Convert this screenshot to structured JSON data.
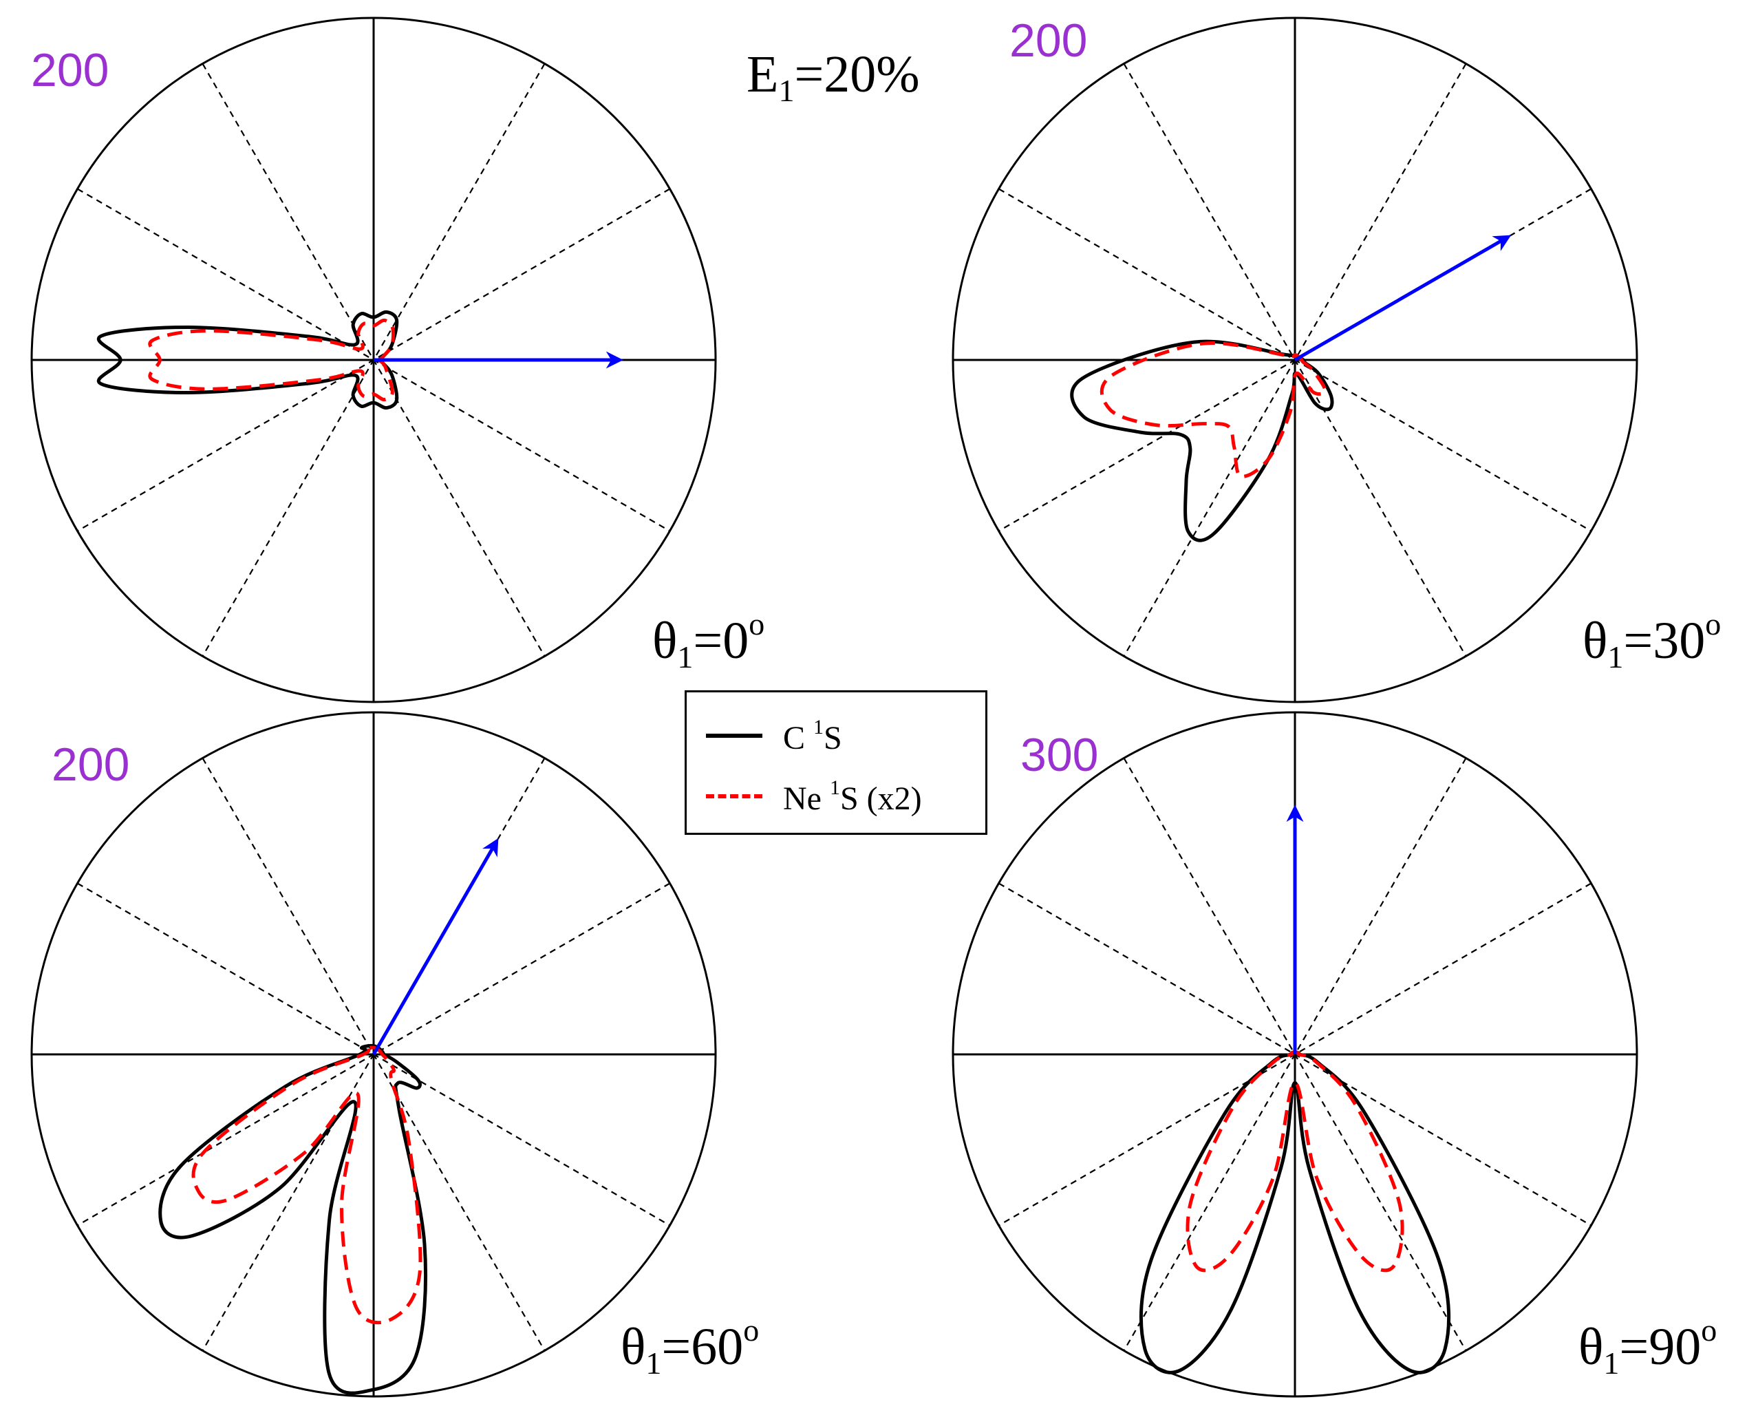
{
  "figure_header": {
    "energy_label": "E",
    "energy_subscript": "1",
    "energy_value": "=20%"
  },
  "legend": {
    "items": [
      {
        "prefix": "C ",
        "superscript": "1",
        "suffix": "S",
        "color": "#000000",
        "dash": "solid"
      },
      {
        "prefix": "Ne ",
        "superscript": "1",
        "suffix": "S (x2)",
        "color": "#ff0000",
        "dash": "dashed"
      }
    ]
  },
  "colors": {
    "axis": "#000000",
    "grid": "#000000",
    "c_series": "#000000",
    "ne_series": "#ff0000",
    "arrow": "#0000ff",
    "range_label": "#9b30d0"
  },
  "panels": [
    {
      "range_label": "200",
      "angle_symbol": "θ",
      "angle_sub": "1",
      "angle_value": "=0",
      "angle_sup": "o"
    },
    {
      "range_label": "200",
      "angle_symbol": "θ",
      "angle_sub": "1",
      "angle_value": "=30",
      "angle_sup": "o"
    },
    {
      "range_label": "200",
      "angle_symbol": "θ",
      "angle_sub": "1",
      "angle_value": "=60",
      "angle_sup": "o"
    },
    {
      "range_label": "300",
      "angle_symbol": "θ",
      "angle_sub": "1",
      "angle_value": "=90",
      "angle_sup": "o"
    }
  ],
  "chart_data": [
    {
      "type": "polar",
      "r_max": 200,
      "arrow_angle_deg": 0,
      "grid_spoke_step_deg": 30,
      "series": [
        {
          "name": "C 1S",
          "points": [
            [
              0,
              3
            ],
            [
              20,
              6
            ],
            [
              40,
              14
            ],
            [
              60,
              27
            ],
            [
              75,
              29
            ],
            [
              90,
              25
            ],
            [
              105,
              28
            ],
            [
              120,
              24
            ],
            [
              140,
              14
            ],
            [
              160,
              40
            ],
            [
              170,
              110
            ],
            [
              175,
              160
            ],
            [
              180,
              148
            ],
            [
              185,
              160
            ],
            [
              190,
              110
            ],
            [
              200,
              40
            ],
            [
              220,
              14
            ],
            [
              240,
              24
            ],
            [
              255,
              28
            ],
            [
              270,
              25
            ],
            [
              285,
              29
            ],
            [
              300,
              27
            ],
            [
              320,
              14
            ],
            [
              340,
              6
            ],
            [
              360,
              3
            ]
          ]
        },
        {
          "name": "Ne 1S (x2)",
          "points": [
            [
              0,
              3
            ],
            [
              20,
              6
            ],
            [
              40,
              14
            ],
            [
              60,
              22
            ],
            [
              75,
              24
            ],
            [
              90,
              20
            ],
            [
              105,
              22
            ],
            [
              120,
              18
            ],
            [
              140,
              10
            ],
            [
              160,
              34
            ],
            [
              170,
              98
            ],
            [
              175,
              130
            ],
            [
              180,
              125
            ],
            [
              185,
              130
            ],
            [
              190,
              98
            ],
            [
              200,
              34
            ],
            [
              220,
              10
            ],
            [
              240,
              18
            ],
            [
              255,
              22
            ],
            [
              270,
              20
            ],
            [
              285,
              24
            ],
            [
              300,
              22
            ],
            [
              320,
              10
            ],
            [
              340,
              6
            ],
            [
              360,
              3
            ]
          ]
        }
      ]
    },
    {
      "type": "polar",
      "r_max": 200,
      "arrow_angle_deg": 30,
      "grid_spoke_step_deg": 30,
      "series": [
        {
          "name": "C 1S",
          "points": [
            [
              0,
              5
            ],
            [
              30,
              3
            ],
            [
              90,
              3
            ],
            [
              150,
              6
            ],
            [
              170,
              60
            ],
            [
              185,
              125
            ],
            [
              195,
              128
            ],
            [
              205,
              100
            ],
            [
              213,
              80
            ],
            [
              220,
              80
            ],
            [
              228,
              95
            ],
            [
              238,
              118
            ],
            [
              245,
              112
            ],
            [
              255,
              60
            ],
            [
              265,
              20
            ],
            [
              275,
              8
            ],
            [
              295,
              28
            ],
            [
              305,
              35
            ],
            [
              315,
              30
            ],
            [
              330,
              16
            ],
            [
              345,
              6
            ],
            [
              360,
              5
            ]
          ]
        },
        {
          "name": "Ne 1S (x2)",
          "points": [
            [
              0,
              4
            ],
            [
              30,
              3
            ],
            [
              90,
              3
            ],
            [
              150,
              5
            ],
            [
              170,
              55
            ],
            [
              185,
              108
            ],
            [
              195,
              112
            ],
            [
              205,
              90
            ],
            [
              215,
              65
            ],
            [
              225,
              55
            ],
            [
              235,
              62
            ],
            [
              245,
              75
            ],
            [
              255,
              60
            ],
            [
              265,
              30
            ],
            [
              275,
              8
            ],
            [
              300,
              22
            ],
            [
              315,
              25
            ],
            [
              330,
              12
            ],
            [
              345,
              5
            ],
            [
              360,
              4
            ]
          ]
        }
      ]
    },
    {
      "type": "polar",
      "r_max": 200,
      "arrow_angle_deg": 60,
      "grid_spoke_step_deg": 30,
      "series": [
        {
          "name": "C 1S",
          "points": [
            [
              0,
              6
            ],
            [
              30,
              5
            ],
            [
              90,
              5
            ],
            [
              150,
              8
            ],
            [
              180,
              8
            ],
            [
              200,
              55
            ],
            [
              210,
              130
            ],
            [
              218,
              158
            ],
            [
              225,
              150
            ],
            [
              235,
              95
            ],
            [
              248,
              30
            ],
            [
              255,
              100
            ],
            [
              262,
              188
            ],
            [
              270,
              196
            ],
            [
              278,
              178
            ],
            [
              285,
              115
            ],
            [
              295,
              35
            ],
            [
              310,
              22
            ],
            [
              322,
              32
            ],
            [
              330,
              30
            ],
            [
              342,
              14
            ],
            [
              360,
              6
            ]
          ]
        },
        {
          "name": "Ne 1S (x2)",
          "points": [
            [
              0,
              5
            ],
            [
              30,
              4
            ],
            [
              90,
              4
            ],
            [
              150,
              6
            ],
            [
              180,
              6
            ],
            [
              200,
              50
            ],
            [
              210,
              115
            ],
            [
              218,
              130
            ],
            [
              225,
              120
            ],
            [
              235,
              70
            ],
            [
              248,
              25
            ],
            [
              258,
              90
            ],
            [
              266,
              148
            ],
            [
              274,
              155
            ],
            [
              282,
              130
            ],
            [
              292,
              55
            ],
            [
              305,
              18
            ],
            [
              322,
              15
            ],
            [
              340,
              8
            ],
            [
              360,
              5
            ]
          ]
        }
      ]
    },
    {
      "type": "polar",
      "r_max": 300,
      "arrow_angle_deg": 90,
      "grid_spoke_step_deg": 30,
      "series": [
        {
          "name": "C 1S",
          "points": [
            [
              0,
              4
            ],
            [
              30,
              3
            ],
            [
              90,
              2
            ],
            [
              150,
              3
            ],
            [
              180,
              4
            ],
            [
              200,
              22
            ],
            [
              220,
              80
            ],
            [
              235,
              220
            ],
            [
              243,
              290
            ],
            [
              250,
              295
            ],
            [
              256,
              230
            ],
            [
              263,
              100
            ],
            [
              270,
              25
            ],
            [
              277,
              100
            ],
            [
              284,
              230
            ],
            [
              290,
              295
            ],
            [
              297,
              290
            ],
            [
              305,
              220
            ],
            [
              320,
              80
            ],
            [
              340,
              22
            ],
            [
              360,
              4
            ]
          ]
        },
        {
          "name": "Ne 1S (x2)",
          "points": [
            [
              0,
              3
            ],
            [
              30,
              3
            ],
            [
              90,
              2
            ],
            [
              150,
              3
            ],
            [
              180,
              3
            ],
            [
              200,
              20
            ],
            [
              220,
              70
            ],
            [
              235,
              160
            ],
            [
              245,
              205
            ],
            [
              252,
              185
            ],
            [
              260,
              110
            ],
            [
              270,
              25
            ],
            [
              280,
              110
            ],
            [
              288,
              185
            ],
            [
              295,
              205
            ],
            [
              305,
              160
            ],
            [
              320,
              70
            ],
            [
              340,
              20
            ],
            [
              360,
              3
            ]
          ]
        }
      ]
    }
  ]
}
